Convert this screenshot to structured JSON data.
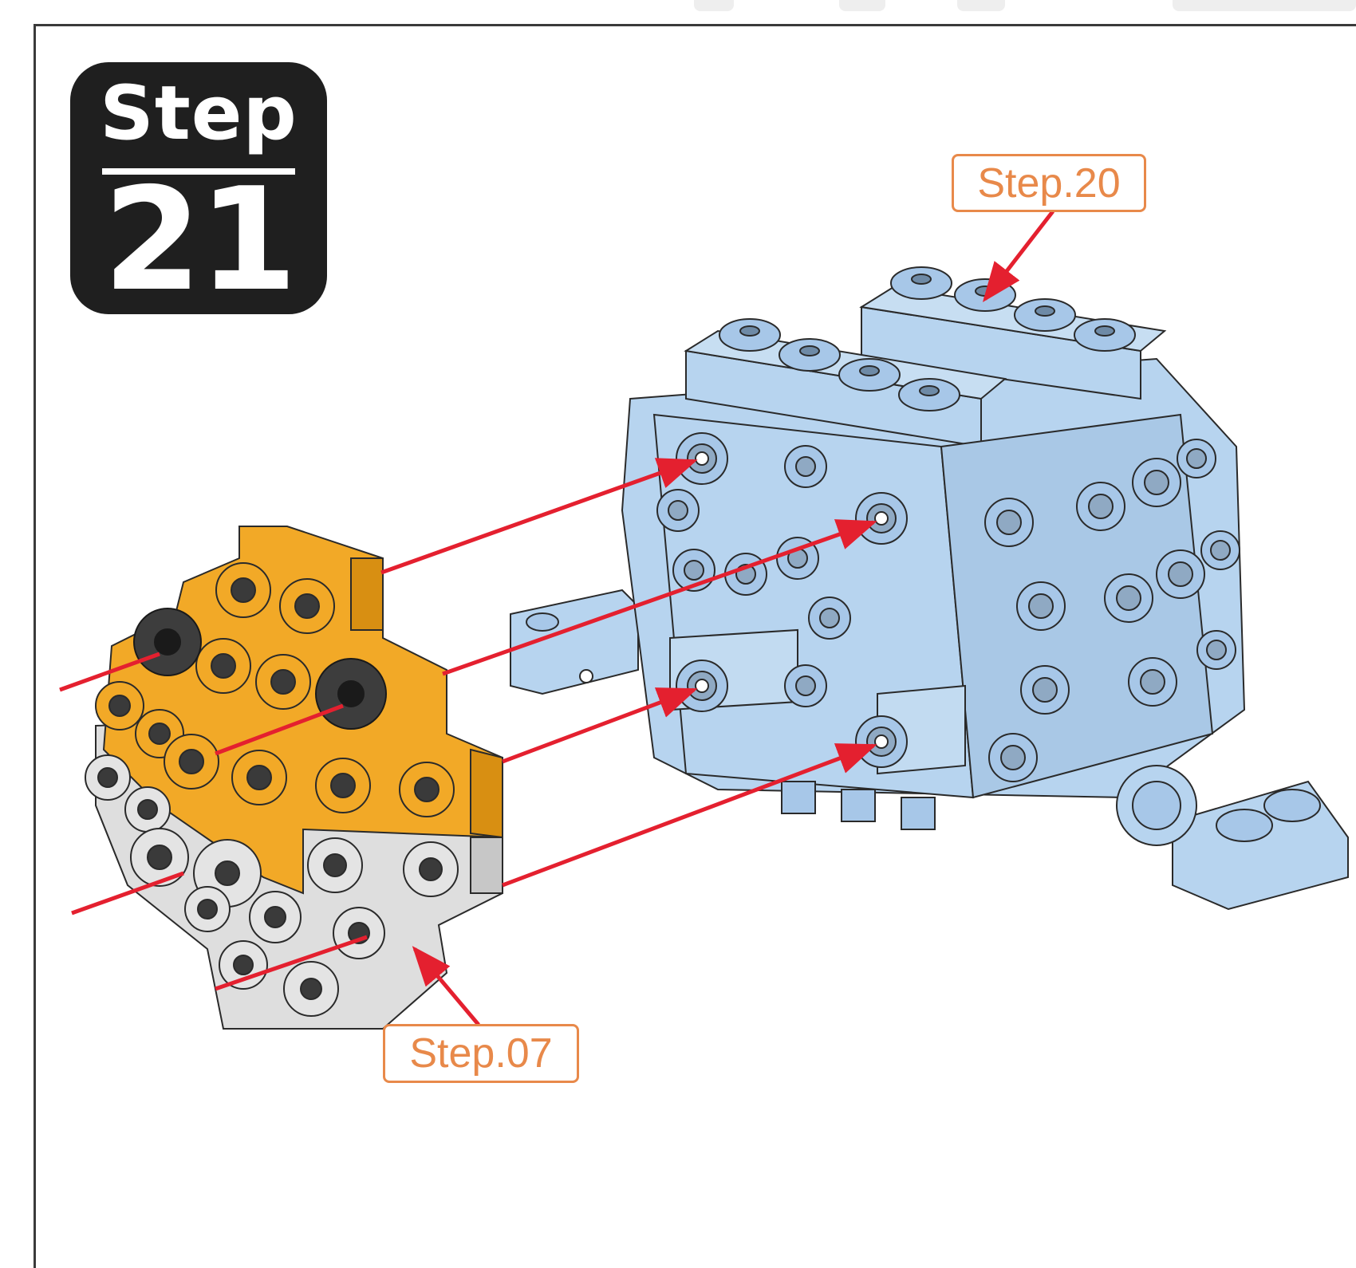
{
  "step_badge": {
    "word": "Step",
    "number": "21"
  },
  "callouts": {
    "top": "Step.20",
    "bottom": "Step.07"
  },
  "colors": {
    "blue_part": "#b7d4ef",
    "blue_stud": "#a7c7e8",
    "orange_part": "#f2a927",
    "white_part": "#dedede",
    "dark_part": "#3d3d3d",
    "arrow": "#e4202f",
    "callout": "#e8894a"
  }
}
